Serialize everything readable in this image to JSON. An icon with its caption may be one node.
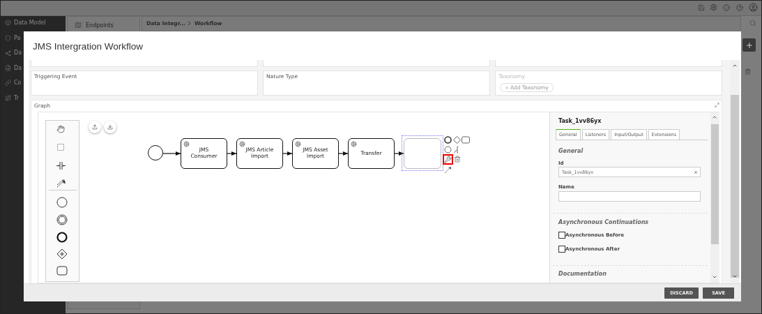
{
  "diagram": {
    "title": "JMS Intergration Workflow",
    "nodes": [
      {
        "text": [],
        "shape": "circle"
      },
      {
        "text": [
          "JMS Consumer"
        ]
      },
      {
        "text": [
          "JMS Article Import"
        ]
      },
      {
        "text": [
          "JMS Asset Import"
        ]
      },
      {
        "text": [
          "Transfer"
        ]
      },
      {
        "text": [],
        "shape": "box"
      }
    ],
    "edges": [
      {
        "from": 0,
        "to": 1,
        "arrow": "to"
      },
      {
        "from": 1,
        "to": 2,
        "arrow": "to"
      },
      {
        "from": 2,
        "to": 3,
        "arrow": "to"
      },
      {
        "from": 3,
        "to": 4,
        "arrow": "to"
      },
      {
        "from": 4,
        "to": 5,
        "arrow": "to"
      }
    ],
    "labels": [
      "Data Model",
      "Pa",
      "Da",
      "Da",
      "Co",
      "Tr",
      "Endpoints",
      "Data Integr...",
      "Workflow",
      "Triggering Event",
      "Nature Type",
      "Taxonomy",
      "Add Taxonomy",
      "Graph",
      "Task_1vv86yx",
      "General",
      "Listeners",
      "Input/Output",
      "Extensions",
      "General",
      "Id",
      "Task_1vv86yx",
      "Name",
      "Asynchronous Continuations",
      "Asynchronous Before",
      "Asynchronous After",
      "Documentation",
      "DISCARD",
      "SAVE"
    ]
  }
}
